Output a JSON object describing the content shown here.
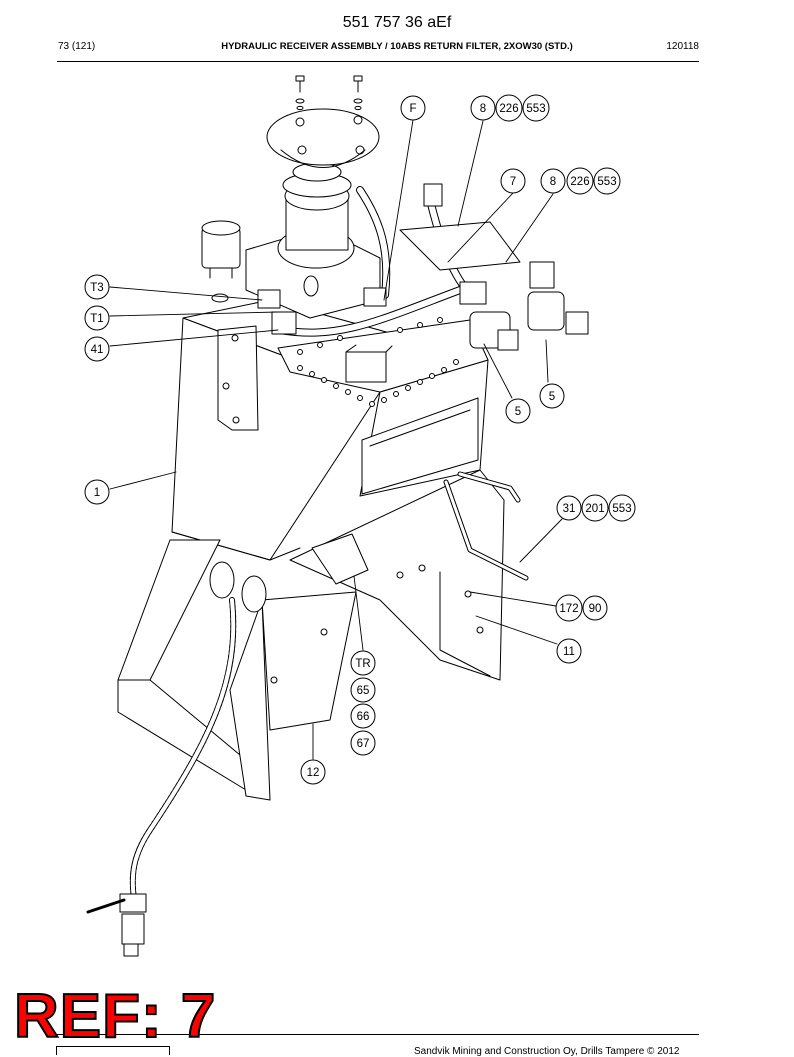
{
  "document": {
    "title": "551 757 36 aEf",
    "page": "73 (121)",
    "heading": "HYDRAULIC RECEIVER ASSEMBLY / 10ABS RETURN FILTER, 2XOW30 (STD.)",
    "code": "120118",
    "footer": "Sandvik Mining and Construction Oy, Drills Tampere © 2012"
  },
  "stamp": {
    "text": "REF: 7",
    "color": "#ff0000"
  },
  "callouts": [
    {
      "label": "F"
    },
    {
      "label": "8"
    },
    {
      "label": "226"
    },
    {
      "label": "553"
    },
    {
      "label": "7"
    },
    {
      "label": "8"
    },
    {
      "label": "226"
    },
    {
      "label": "553"
    },
    {
      "label": "T3"
    },
    {
      "label": "T1"
    },
    {
      "label": "41"
    },
    {
      "label": "5"
    },
    {
      "label": "5"
    },
    {
      "label": "1"
    },
    {
      "label": "31"
    },
    {
      "label": "201"
    },
    {
      "label": "553"
    },
    {
      "label": "172"
    },
    {
      "label": "90"
    },
    {
      "label": "11"
    },
    {
      "label": "TR"
    },
    {
      "label": "65"
    },
    {
      "label": "66"
    },
    {
      "label": "67"
    },
    {
      "label": "12"
    }
  ]
}
